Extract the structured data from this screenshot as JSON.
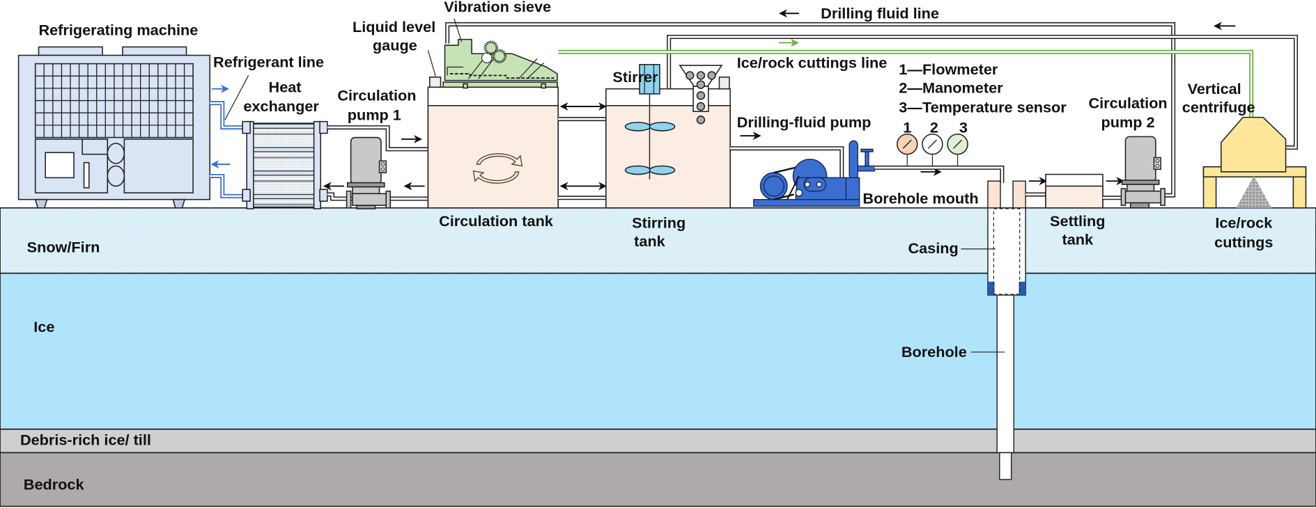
{
  "colors": {
    "snow_firn": "#dff1f8",
    "ice": "#b0e4fb",
    "debris": "#d0cfcf",
    "bedrock": "#aeaaa9",
    "refrigerator_body": "#d9e4f5",
    "tank_fill": "#fcede4",
    "sieve": "#c5e3b5",
    "stirrer_blue": "#8fd3ee",
    "pump_grey": "#c9c9c9",
    "drilling_pump_blue": "#3a6fd1",
    "casing_blue": "#2b5aa8",
    "centrifuge": "#fde69a",
    "flowmeter": "#f9d3b5",
    "manometer": "#ffffff",
    "temp_sensor": "#deefd6",
    "cuttings_line": "#6db04a",
    "refrigerant_line": "#3a6fd1"
  },
  "labels": {
    "refrigerating_machine": "Refrigerating machine",
    "refrigerant_line": "Refrigerant  line",
    "heat_exchanger_1": "Heat",
    "heat_exchanger_2": "exchanger",
    "liquid_level_gauge_1": "Liquid level",
    "liquid_level_gauge_2": "gauge",
    "vibration_sieve": "Vibration sieve",
    "circulation_pump_1_a": "Circulation",
    "circulation_pump_1_b": "pump 1",
    "circulation_tank": "Circulation tank",
    "stirrer": "Stirrer",
    "stirring_tank_1": "Stirring",
    "stirring_tank_2": "tank",
    "drilling_fluid_line": "Drilling fluid  line",
    "ice_rock_cuttings_line": "Ice/rock  cuttings  line",
    "drilling_fluid_pump": "Drilling-fluid pump",
    "borehole_mouth": "Borehole mouth",
    "circulation_pump_2_a": "Circulation",
    "circulation_pump_2_b": "pump 2",
    "vertical_centrifuge_1": "Vertical",
    "vertical_centrifuge_2": "centrifuge",
    "settling_tank_1": "Settling",
    "settling_tank_2": "tank",
    "ice_rock_cuttings_1": "Ice/rock",
    "ice_rock_cuttings_2": "cuttings",
    "casing": "Casing",
    "borehole": "Borehole"
  },
  "legend": [
    {
      "num": "1",
      "text": "1—Flowmeter"
    },
    {
      "num": "2",
      "text": "2—Manometer"
    },
    {
      "num": "3",
      "text": "3—Temperature sensor"
    }
  ],
  "gauges": [
    {
      "num": "1",
      "name": "flowmeter"
    },
    {
      "num": "2",
      "name": "manometer"
    },
    {
      "num": "3",
      "name": "temperature-sensor"
    }
  ],
  "layers": [
    {
      "name": "Snow/Firn"
    },
    {
      "name": "Ice"
    },
    {
      "name": "Debris-rich ice/ till"
    },
    {
      "name": "Bedrock"
    }
  ]
}
